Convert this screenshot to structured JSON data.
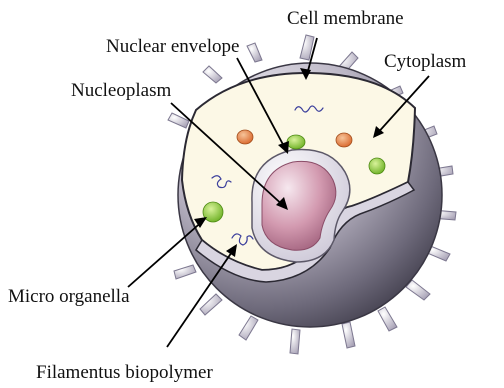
{
  "labels": {
    "cell_membrane": "Cell membrane",
    "nuclear_envelope": "Nuclear envelope",
    "cytoplasm": "Cytoplasm",
    "nucleoplasm": "Nucleoplasm",
    "micro_organella": "Micro organella",
    "filamentus_biopolymer": "Filamentus biopolymer"
  },
  "colors": {
    "cytoplasm": "#fcf8e6",
    "membrane_gray": "#8e8a9a",
    "nucleus_pink": "#c9889f",
    "organelle_green": "#8fcf3c",
    "organelle_orange": "#e9874a",
    "filament_blue": "#3b3f9c"
  }
}
